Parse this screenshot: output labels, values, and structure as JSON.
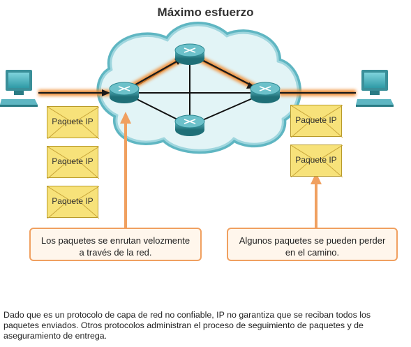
{
  "title": "Máximo esfuerzo",
  "packets": {
    "left": [
      "Paquete IP",
      "Paquete IP",
      "Paquete IP"
    ],
    "right": [
      "Paquete IP",
      "Paquete IP"
    ]
  },
  "callouts": {
    "left": {
      "line1": "Los paquetes se enrutan velozmente",
      "line2": "a través de la red."
    },
    "right": {
      "line1": "Algunos paquetes se pueden perder",
      "line2": "en el camino."
    }
  },
  "footer": "Dado que es un protocolo de capa de red no confiable, IP no garantiza que se reciban todos los paquetes enviados. Otros protocolos administran el proceso de seguimiento de paquetes y de aseguramiento de entrega.",
  "colors": {
    "cloud_fill": "#d6eef2",
    "cloud_stroke": "#5fb6c2",
    "router": "#2e8a93",
    "path_glow": "#f28a2e",
    "callout_border": "#f0a060",
    "callout_fill": "#fff6ec",
    "packet_fill": "#f7e27a",
    "computer": "#2f9aa6"
  },
  "icons": [
    "computer-icon",
    "router-icon",
    "envelope-icon",
    "arrow-up-icon"
  ]
}
